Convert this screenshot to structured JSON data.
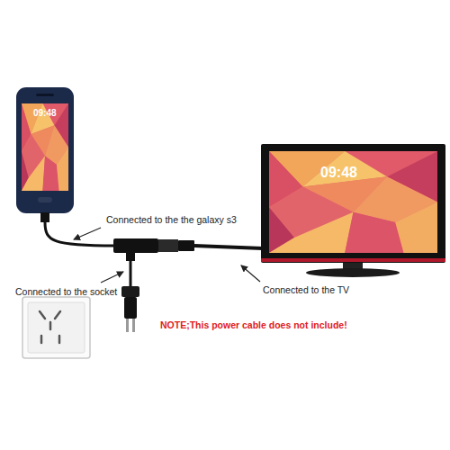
{
  "diagram": {
    "labels": [
      "09:48",
      "Connected to the the galaxy s3",
      "09:48",
      "Connected to the socket",
      "Connected to the TV",
      "NOTE;This power cable does not include!"
    ]
  }
}
